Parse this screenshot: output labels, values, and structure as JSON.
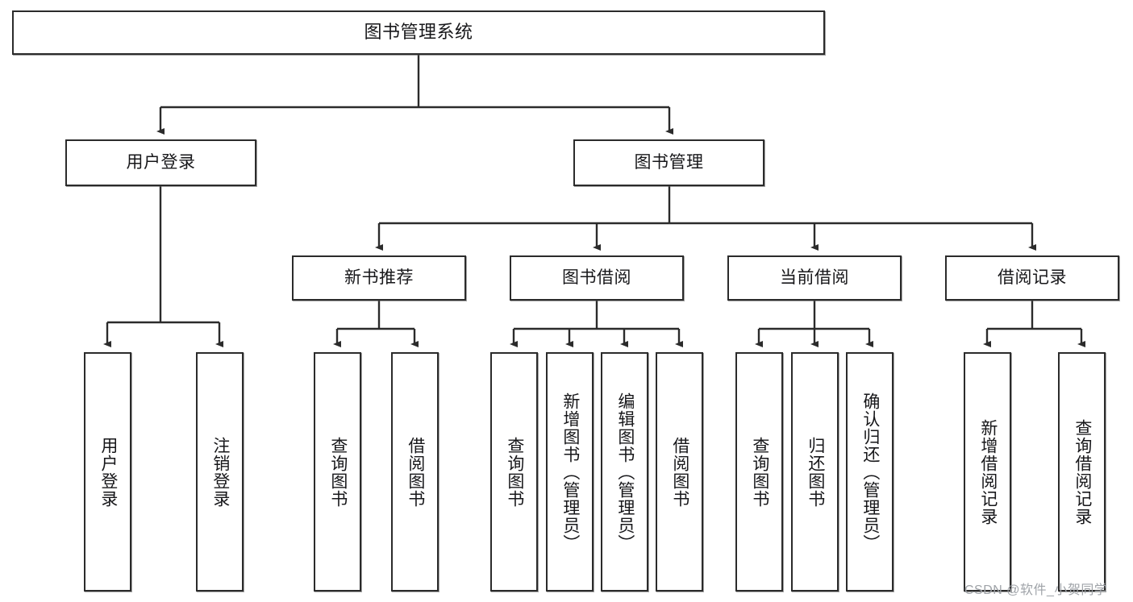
{
  "diagram": {
    "type": "tree-hierarchy",
    "title": "图书管理系统",
    "orientation": "top-down",
    "colors": {
      "box_border": "#2b2b2b",
      "box_fill": "#ffffff",
      "edge": "#2b2b2b",
      "text": "#17171a",
      "watermark": "#9fa3a8"
    }
  },
  "nodes": {
    "root": {
      "label": "图书管理系统",
      "level": 1
    },
    "level2": [
      {
        "id": "user-login",
        "label": "用户登录"
      },
      {
        "id": "book-management",
        "label": "图书管理"
      }
    ],
    "level3": [
      {
        "id": "new-book-recommend",
        "label": "新书推荐",
        "parent": "book-management"
      },
      {
        "id": "book-borrow",
        "label": "图书借阅",
        "parent": "book-management"
      },
      {
        "id": "current-borrow",
        "label": "当前借阅",
        "parent": "book-management"
      },
      {
        "id": "borrow-record",
        "label": "借阅记录",
        "parent": "book-management"
      }
    ],
    "leaves": [
      {
        "id": "leaf-user-login",
        "label": "用户登录",
        "parent": "user-login"
      },
      {
        "id": "leaf-logout-login",
        "label": "注销登录",
        "parent": "user-login"
      },
      {
        "id": "leaf-query-book-1",
        "label": "查询图书",
        "parent": "new-book-recommend"
      },
      {
        "id": "leaf-borrow-book-1",
        "label": "借阅图书",
        "parent": "new-book-recommend"
      },
      {
        "id": "leaf-query-book-2",
        "label": "查询图书",
        "parent": "book-borrow"
      },
      {
        "id": "leaf-add-book",
        "label": "新增图书（管理员）",
        "parent": "book-borrow"
      },
      {
        "id": "leaf-edit-book",
        "label": "编辑图书（管理员）",
        "parent": "book-borrow"
      },
      {
        "id": "leaf-borrow-book-2",
        "label": "借阅图书",
        "parent": "book-borrow"
      },
      {
        "id": "leaf-query-book-3",
        "label": "查询图书",
        "parent": "current-borrow"
      },
      {
        "id": "leaf-return-book",
        "label": "归还图书",
        "parent": "current-borrow"
      },
      {
        "id": "leaf-confirm-return",
        "label": "确认归还（管理员）",
        "parent": "current-borrow"
      },
      {
        "id": "leaf-add-record",
        "label": "新增借阅记录",
        "parent": "borrow-record"
      },
      {
        "id": "leaf-query-record",
        "label": "查询借阅记录",
        "parent": "borrow-record"
      }
    ]
  },
  "watermark": {
    "text": "CSDN @软件_小贺同学"
  }
}
